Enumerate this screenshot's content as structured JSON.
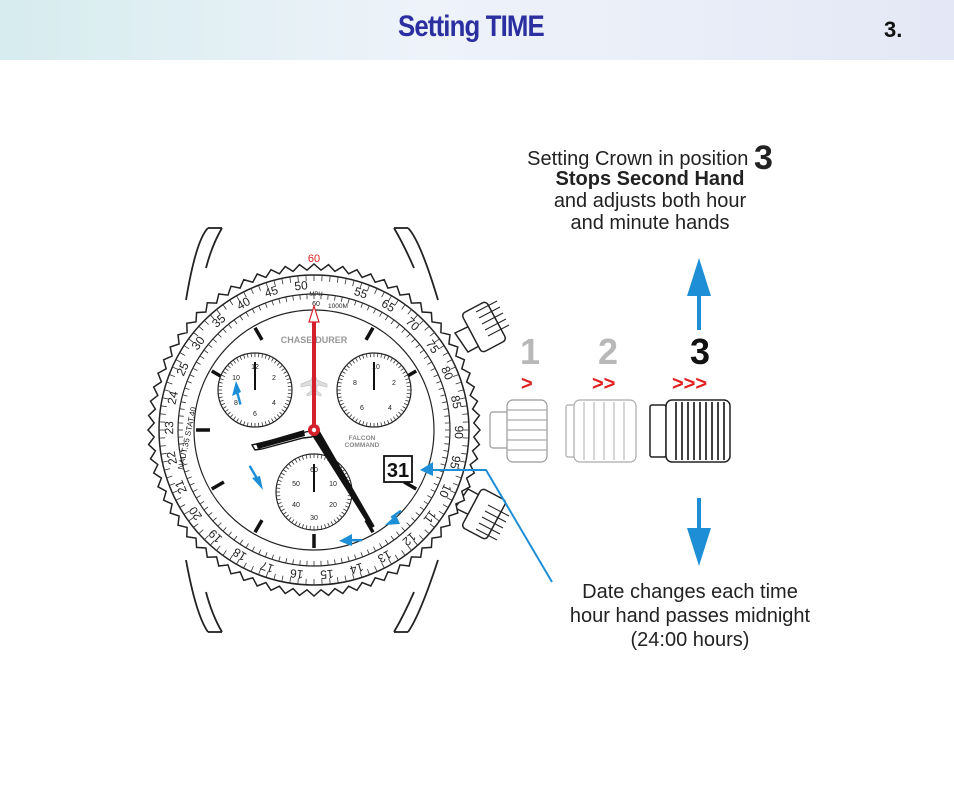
{
  "header": {
    "title": "Setting TIME",
    "page_number": "3."
  },
  "crown_note": {
    "line1": "Setting Crown in position",
    "position_numeral": "3",
    "line2": "Stops Second Hand",
    "line3": "and adjusts both hour",
    "line4": "and minute hands"
  },
  "date_note": {
    "line1": "Date changes each time",
    "line2": "hour hand passes midnight",
    "line3": "(24:00 hours)"
  },
  "crown_positions": [
    {
      "label": "1",
      "arrows": ">"
    },
    {
      "label": "2",
      "arrows": ">>"
    },
    {
      "label": "3",
      "arrows": ">>>"
    }
  ],
  "watch": {
    "brand": "CHASE-DURER",
    "model_line1": "FALCON",
    "model_line2": "COMMAND",
    "date_window": "31",
    "scale_unit": "MPH",
    "scale_1000m": "1000M",
    "naut_label": "NAUT.35 STAT.40",
    "bezel_top_red": "60",
    "inner_top_label": "60",
    "left_subdial": [
      "12",
      "2",
      "4",
      "6",
      "8",
      "10"
    ],
    "right_subdial": [
      "10",
      "2",
      "4",
      "6",
      "8"
    ],
    "bottom_subdial": [
      "60",
      "10",
      "20",
      "30",
      "40",
      "50"
    ],
    "bezel_numbers": [
      "55",
      "65",
      "70",
      "75",
      "80",
      "85",
      "90",
      "95",
      "10",
      "11",
      "12",
      "13",
      "14",
      "15",
      "16",
      "17",
      "18",
      "19",
      "20",
      "21",
      "22",
      "23",
      "24",
      "25",
      "30",
      "35",
      "40",
      "45",
      "50"
    ]
  },
  "colors": {
    "title": "#2b2fa0",
    "accent_blue": "#1e8fd6",
    "accent_red": "#e02020",
    "inactive_gray": "#b8b8b8"
  }
}
